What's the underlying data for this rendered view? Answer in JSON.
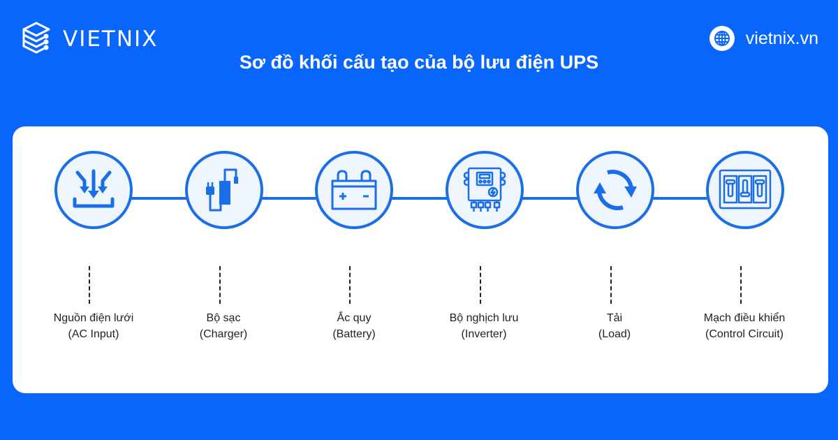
{
  "brand": {
    "name": "VIETNIX",
    "logo_icon": "server-stack-icon",
    "website": "vietnix.vn",
    "website_icon": "globe-icon"
  },
  "title": "Sơ đồ khối cấu tạo của bộ lưu điện UPS",
  "colors": {
    "background": "#0866fd",
    "accent": "#1a6fe6",
    "card": "#ffffff",
    "node_fill": "#eef5fd",
    "label_text": "#222222"
  },
  "nodes": [
    {
      "icon": "input-arrows-icon",
      "label_vi": "Nguồn điện lưới",
      "label_en": "(AC Input)"
    },
    {
      "icon": "charger-adapter-icon",
      "label_vi": "Bộ sạc",
      "label_en": "(Charger)"
    },
    {
      "icon": "battery-icon",
      "label_vi": "Ắc quy",
      "label_en": "(Battery)"
    },
    {
      "icon": "inverter-box-icon",
      "label_vi": "Bộ nghịch lưu",
      "label_en": "(Inverter)"
    },
    {
      "icon": "cycle-arrows-icon",
      "label_vi": "Tải",
      "label_en": "(Load)"
    },
    {
      "icon": "switch-panel-icon",
      "label_vi": "Mạch điều khiển",
      "label_en": "(Control Circuit)"
    }
  ]
}
